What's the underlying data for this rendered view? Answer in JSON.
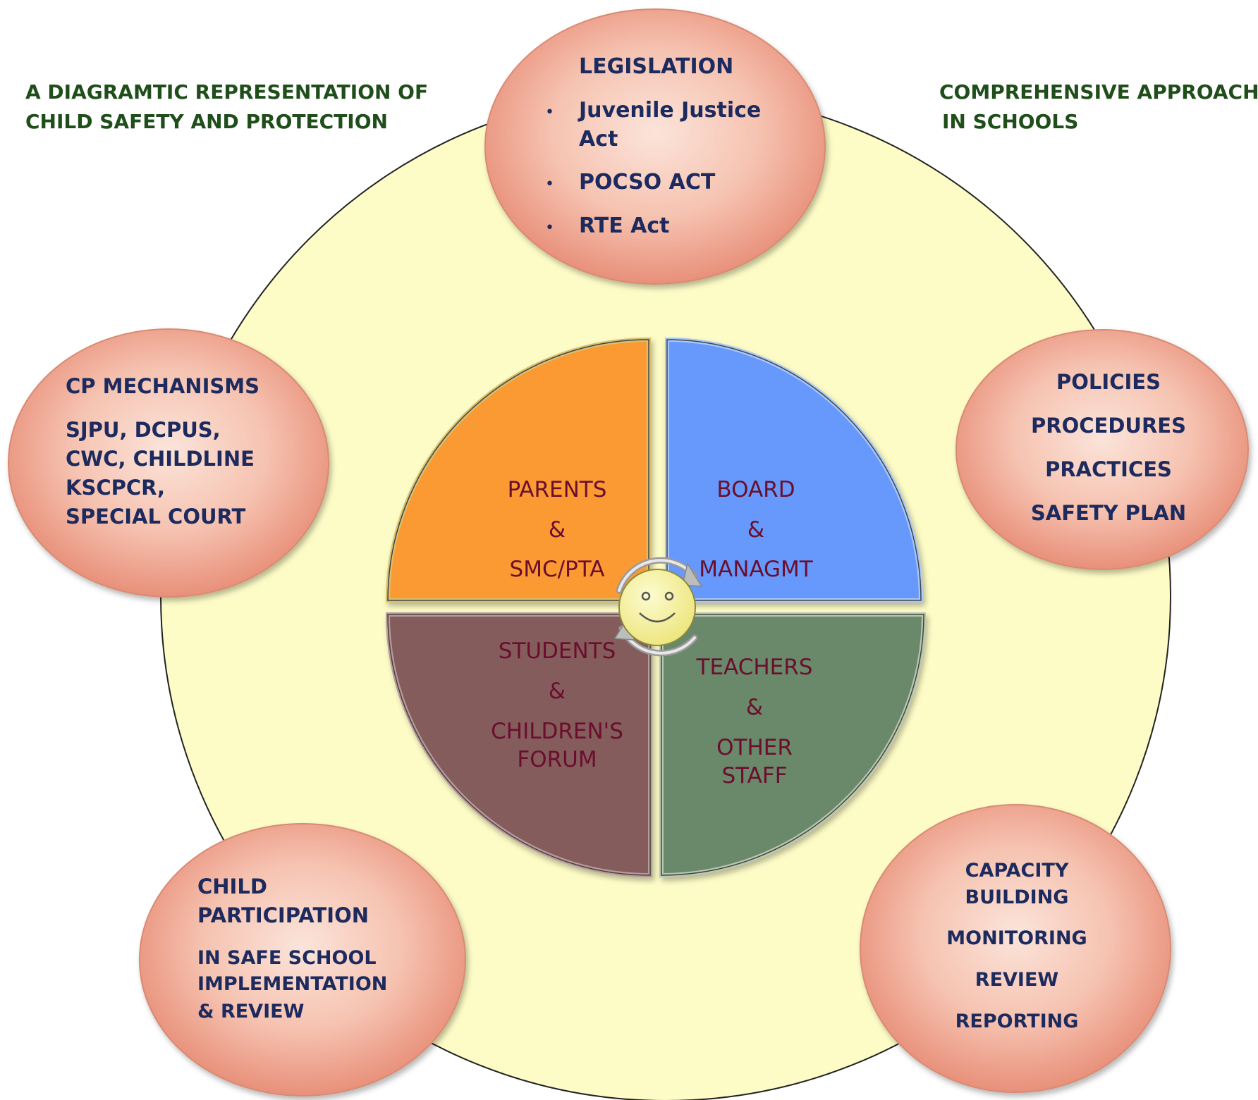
{
  "titles": {
    "left": [
      "A DIAGRAMTIC REPRESENTATION OF",
      "CHILD SAFETY AND PROTECTION"
    ],
    "right": [
      "COMPREHENSIVE APPROACH",
      "IN SCHOOLS"
    ]
  },
  "outer": {
    "legislation": {
      "heading": "LEGISLATION",
      "bullets": [
        "Juvenile Justice",
        "POCSO ACT",
        "RTE Act"
      ],
      "continuation": "Act"
    },
    "cp_mechanisms": {
      "heading": "CP MECHANISMS",
      "lines": [
        "SJPU, DCPUS,",
        "CWC, CHILDLINE",
        "KSCPCR,",
        "SPECIAL COURT"
      ]
    },
    "policies": {
      "lines": [
        "POLICIES",
        "PROCEDURES",
        "PRACTICES",
        "SAFETY PLAN"
      ]
    },
    "child_participation": {
      "heading": [
        "CHILD",
        "PARTICIPATION"
      ],
      "lines": [
        "IN SAFE SCHOOL",
        "IMPLEMENTATION",
        "& REVIEW"
      ]
    },
    "capacity": {
      "lines": [
        "CAPACITY",
        "BUILDING",
        "MONITORING",
        "REVIEW",
        "REPORTING"
      ]
    }
  },
  "quadrants": {
    "parents": [
      "PARENTS",
      "&",
      "SMC/PTA"
    ],
    "board": [
      "BOARD",
      "&",
      "MANAGMT"
    ],
    "students": [
      "STUDENTS",
      "&",
      "CHILDREN'S",
      "FORUM"
    ],
    "teachers": [
      "TEACHERS",
      "&",
      "OTHER",
      "STAFF"
    ]
  },
  "colors": {
    "background_circle": "#fdfcc6",
    "bubble_light": "#f9d3c4",
    "bubble_dark": "#e8907a",
    "bubble_text": "#1c2a5e",
    "title_text": "#1f4e1a",
    "quadrant_text": "#6b0e2e",
    "parents_fill": "#fb9a32",
    "board_fill": "#6699fb",
    "students_fill": "#845c5c",
    "teachers_fill": "#6b886b",
    "smiley_fill": "#f7f39a"
  },
  "icons": {
    "center": "smiley-face-icon",
    "cycle": "cycle-arrows-icon",
    "bullet": "bullet-dot-icon"
  }
}
